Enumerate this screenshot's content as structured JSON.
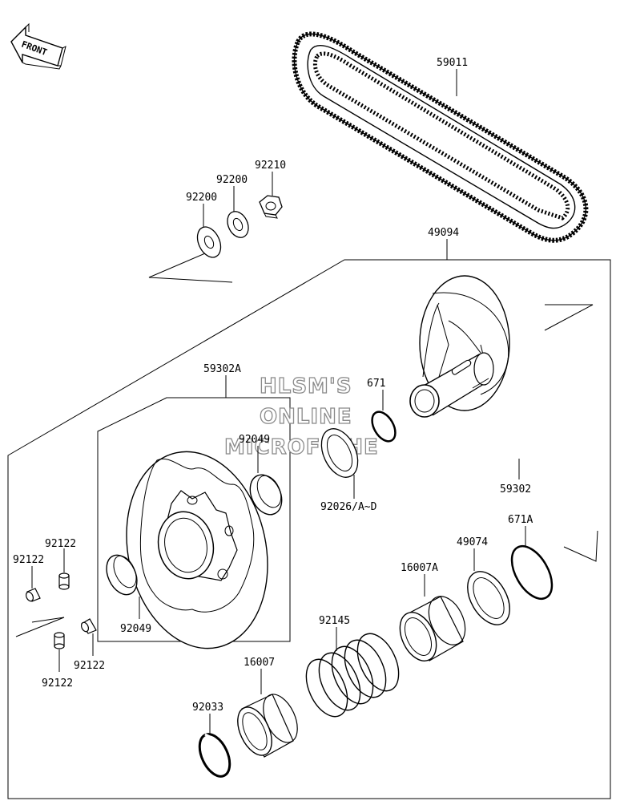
{
  "front_label": "FRONT",
  "watermark": [
    "HLSM'S",
    "ONLINE",
    "MICROFICHE"
  ],
  "parts": {
    "p59011": "59011",
    "p92210": "92210",
    "p92200a": "92200",
    "p92200b": "92200",
    "p49094": "49094",
    "p59302A": "59302A",
    "p671": "671",
    "p92049a": "92049",
    "p92026": "92026/A~D",
    "p59302": "59302",
    "p671A": "671A",
    "p49074": "49074",
    "p16007A": "16007A",
    "p92122a": "92122",
    "p92122b": "92122",
    "p92122c": "92122",
    "p92122d": "92122",
    "p92049b": "92049",
    "p92145": "92145",
    "p16007": "16007",
    "p92033": "92033"
  }
}
